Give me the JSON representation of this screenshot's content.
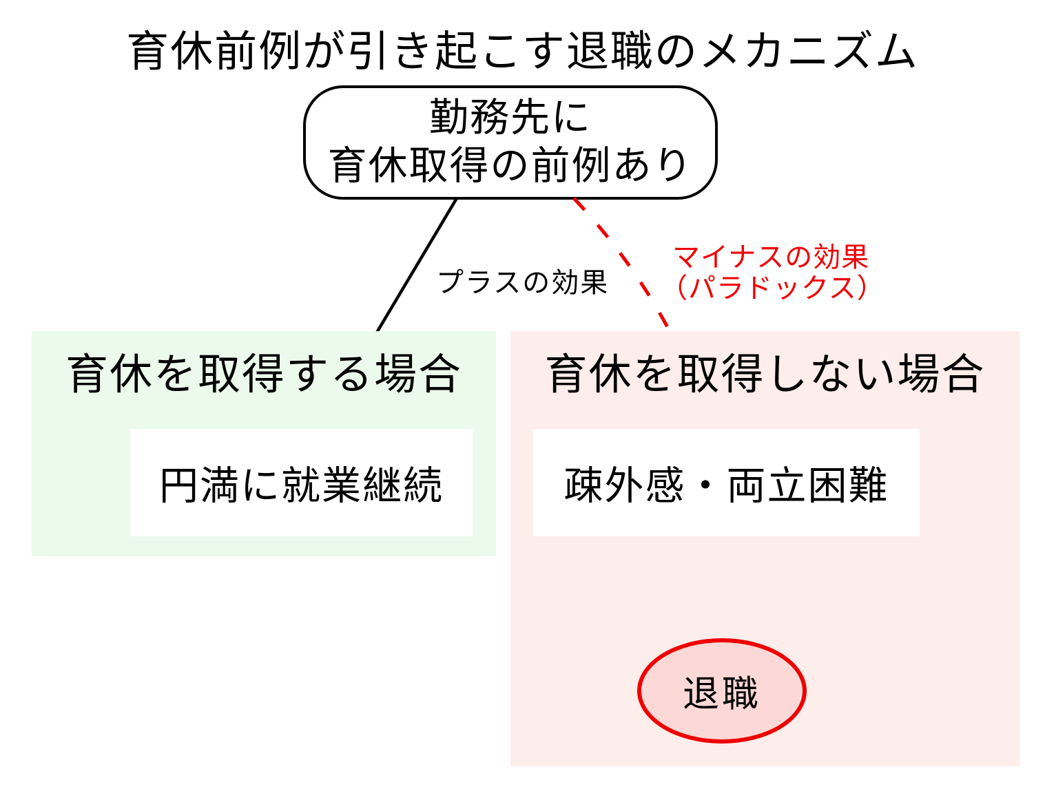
{
  "diagram": {
    "title": "育休前例が引き起こす退職のメカニズム",
    "root_node": {
      "line1": "勤務先に",
      "line2": "育休取得の前例あり"
    },
    "positive_edge": {
      "label": "プラスの効果",
      "style": "solid",
      "color": "#000000"
    },
    "negative_edge": {
      "label_line1": "マイナスの効果",
      "label_line2": "（パラドックス）",
      "style": "dashed",
      "color": "#ee0000"
    },
    "left_branch": {
      "header": "育休を取得する場合",
      "outcome": "円満に就業継続",
      "panel_color": "#ecfaec"
    },
    "right_branch": {
      "header": "育休を取得しない場合",
      "outcome": "疎外感・両立困難",
      "terminal": "退職",
      "panel_color": "#fdedeb",
      "terminal_fill": "#fcd9d6",
      "terminal_stroke": "#ee0000"
    }
  }
}
